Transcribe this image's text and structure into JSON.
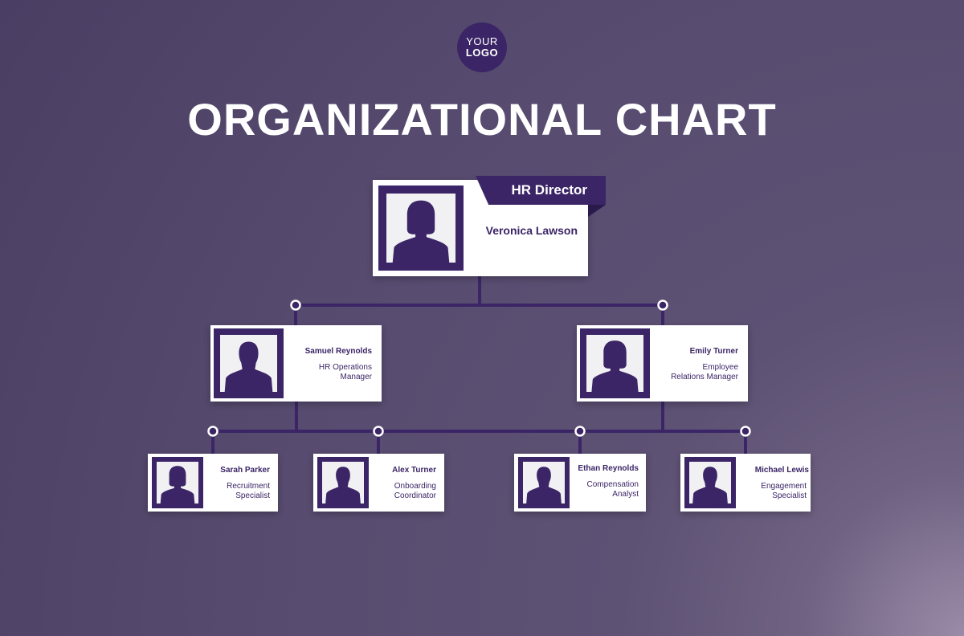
{
  "logo": {
    "line1": "YOUR",
    "line2": "LOGO"
  },
  "title": "ORGANIZATIONAL CHART",
  "director": {
    "title": "HR Director",
    "name": "Veronica Lawson"
  },
  "managers": [
    {
      "name": "Samuel Reynolds",
      "role_line1": "HR Operations",
      "role_line2": "Manager",
      "avatar": "male"
    },
    {
      "name": "Emily Turner",
      "role_line1": "Employee",
      "role_line2": "Relations Manager",
      "avatar": "female"
    }
  ],
  "staff": [
    {
      "name": "Sarah Parker",
      "role_line1": "Recruitment",
      "role_line2": "Specialist",
      "avatar": "female"
    },
    {
      "name": "Alex Turner",
      "role_line1": "Onboarding",
      "role_line2": "Coordinator",
      "avatar": "male"
    },
    {
      "name": "Ethan Reynolds",
      "role_line1": "Compensation",
      "role_line2": "Analyst",
      "avatar": "male"
    },
    {
      "name": "Michael Lewis",
      "role_line1": "Engagement",
      "role_line2": "Specialist",
      "avatar": "male"
    }
  ],
  "colors": {
    "accent": "#3b2566",
    "connector": "#3b2566",
    "card": "#ffffff",
    "photo_bg": "#f1f0f3"
  }
}
